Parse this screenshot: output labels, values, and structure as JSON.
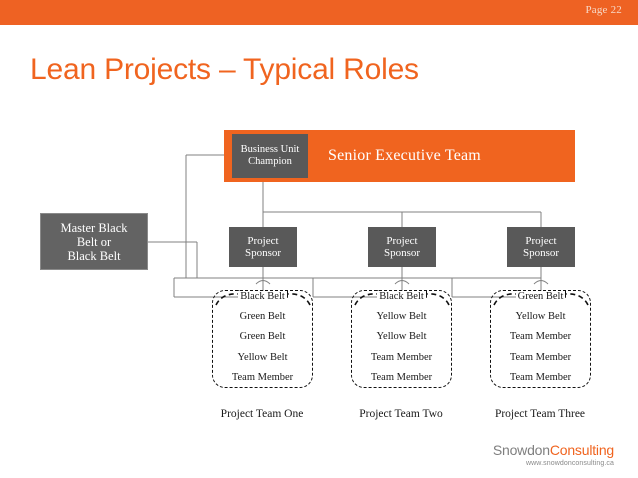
{
  "header": {
    "page_label": "Page 22",
    "bar_color": "#ee6223"
  },
  "title": "Lean Projects – Typical Roles",
  "diagram": {
    "executive_box": {
      "label": "Senior Executive Team",
      "color": "#f0641f"
    },
    "champion_box": {
      "line1": "Business Unit",
      "line2": "Champion",
      "color": "#595959"
    },
    "master_black_belt_box": {
      "line1": "Master Black",
      "line2": "Belt or",
      "line3": "Black Belt",
      "color": "#636363"
    },
    "sponsors": [
      {
        "line1": "Project",
        "line2": "Sponsor"
      },
      {
        "line1": "Project",
        "line2": "Sponsor"
      },
      {
        "line1": "Project",
        "line2": "Sponsor"
      }
    ],
    "teams": [
      {
        "caption": "Project Team One",
        "members": [
          "Black Belt",
          "Green Belt",
          "Green Belt",
          "Yellow Belt",
          "Team Member"
        ]
      },
      {
        "caption": "Project Team Two",
        "members": [
          "Black Belt",
          "Yellow Belt",
          "Yellow Belt",
          "Team Member",
          "Team Member"
        ]
      },
      {
        "caption": "Project Team Three",
        "members": [
          "Green Belt",
          "Yellow Belt",
          "Team Member",
          "Team Member",
          "Team Member"
        ]
      }
    ]
  },
  "footer": {
    "brand_part1": "Snowdon",
    "brand_part2": "Consulting",
    "url": "www.snowdonconsulting.ca",
    "brand_color": "#f0641f",
    "brand_gray": "#7f7f7f"
  }
}
